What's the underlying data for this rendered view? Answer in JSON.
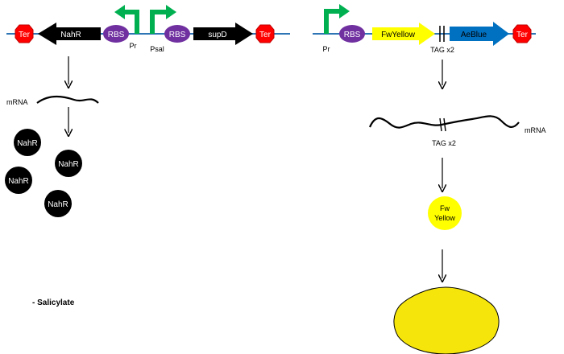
{
  "left_construct": {
    "terminator_left": "Ter",
    "gene": "NahR",
    "rbs_1": "RBS",
    "promoter_1": "Pr",
    "promoter_2": "Psal",
    "rbs_2": "RBS",
    "gene_2": "supD",
    "terminator_right": "Ter"
  },
  "left_flow": {
    "mrna_label": "mRNA",
    "protein_label": "NahR",
    "condition": "- Salicylate"
  },
  "right_construct": {
    "promoter": "Pr",
    "rbs": "RBS",
    "gene_1": "FwYellow",
    "gene_2": "AeBlue",
    "terminator": "Ter",
    "stop_label": "TAG x2"
  },
  "right_flow": {
    "mrna_label": "mRNA",
    "stop_label": "TAG x2",
    "protein_line1": "Fw",
    "protein_line2": "Yellow"
  },
  "colors": {
    "backbone": "#2e75b6",
    "terminator": "#ff0000",
    "rbs": "#7030a0",
    "promoter": "#00b050",
    "gene_dark": "#000000",
    "yellow": "#ffff00",
    "blue_gene": "#0070c0",
    "lemon": "#f5e50a"
  }
}
